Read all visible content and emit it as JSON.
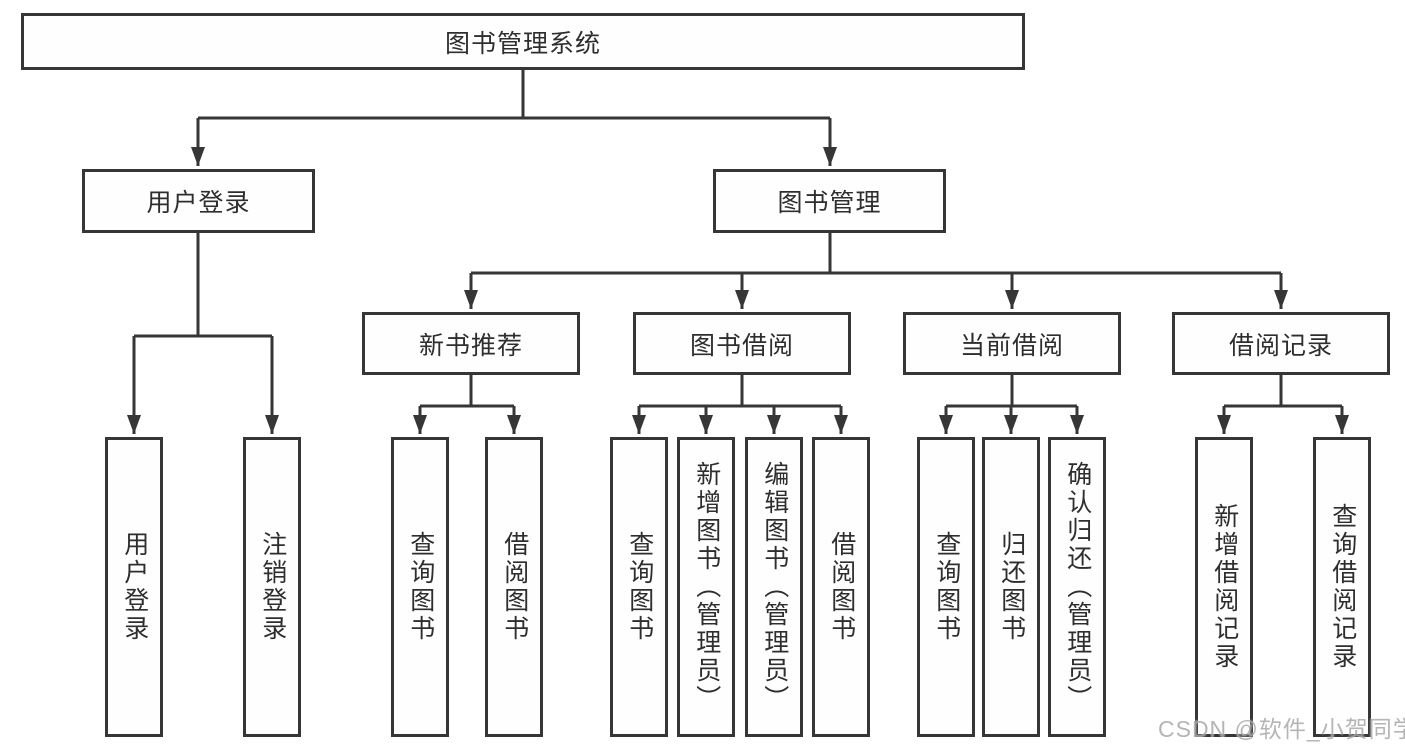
{
  "diagram": {
    "root": {
      "label": "图书管理系统"
    },
    "level2": {
      "login": {
        "label": "用户登录"
      },
      "manage": {
        "label": "图书管理"
      }
    },
    "level3": {
      "newbook": {
        "label": "新书推荐"
      },
      "borrow": {
        "label": "图书借阅"
      },
      "current": {
        "label": "当前借阅"
      },
      "records": {
        "label": "借阅记录"
      }
    },
    "leaves": {
      "login": [
        "用户登录",
        "注销登录"
      ],
      "newbook": [
        "查询图书",
        "借阅图书"
      ],
      "borrow": [
        "查询图书",
        "新增图书（管理员）",
        "编辑图书（管理员）",
        "借阅图书"
      ],
      "current": [
        "查询图书",
        "归还图书",
        "确认归还（管理员）"
      ],
      "records": [
        "新增借阅记录",
        "查询借阅记录"
      ]
    }
  },
  "watermark": {
    "text": "CSDN @软件_小贺同学"
  },
  "colors": {
    "line": "#363636",
    "box_border": "#363636",
    "text": "#2e2e2e",
    "watermark": "#a9a9a9",
    "background": "#ffffff"
  }
}
